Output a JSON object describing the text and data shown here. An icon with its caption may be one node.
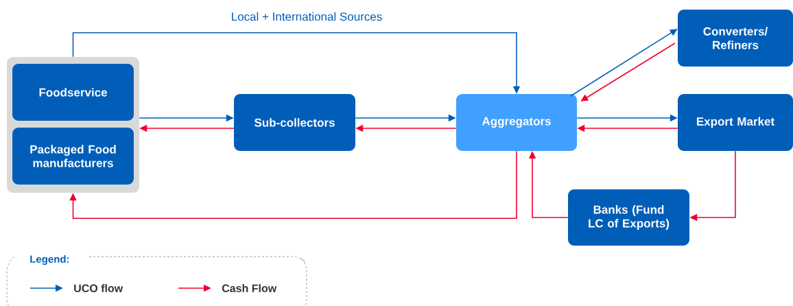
{
  "diagram": {
    "nodes": [
      {
        "text": [],
        "shape": "box"
      },
      {
        "text": [
          "Foodservice"
        ],
        "in": 0
      },
      {
        "text": [
          "Packaged Food manufacturers"
        ],
        "in": 0
      },
      {
        "text": [
          "Sub-collectors"
        ]
      },
      {
        "text": [
          "Aggregators"
        ]
      },
      {
        "text": [
          "Converters/ Refiners"
        ]
      },
      {
        "text": [
          "Export Market"
        ]
      },
      {
        "text": [
          "Banks (Fund LC of Exports)"
        ]
      }
    ],
    "edges": [
      {
        "from": 0,
        "to": 4,
        "arrow": "to",
        "label": "Local + International Sources",
        "color": "#005eb8"
      },
      {
        "from": 0,
        "to": 3,
        "arrow": "to",
        "color": "#005eb8"
      },
      {
        "from": 3,
        "to": 0,
        "arrow": "to",
        "color": "#f0002d"
      },
      {
        "from": 3,
        "to": 4,
        "arrow": "to",
        "color": "#005eb8"
      },
      {
        "from": 4,
        "to": 3,
        "arrow": "to",
        "color": "#f0002d"
      },
      {
        "from": 4,
        "to": 5,
        "arrow": "to",
        "color": "#005eb8"
      },
      {
        "from": 5,
        "to": 4,
        "arrow": "to",
        "color": "#f0002d"
      },
      {
        "from": 4,
        "to": 6,
        "arrow": "to",
        "color": "#005eb8"
      },
      {
        "from": 6,
        "to": 4,
        "arrow": "to",
        "color": "#f0002d"
      },
      {
        "from": 4,
        "to": 0,
        "arrow": "to",
        "color": "#f0002d"
      },
      {
        "from": 6,
        "to": 7,
        "arrow": "to",
        "color": "#f0002d"
      },
      {
        "from": 7,
        "to": 4,
        "arrow": "to",
        "color": "#f0002d"
      }
    ],
    "labels": [
      "Legend:"
    ],
    "legend": [
      {
        "text": "UCO flow"
      },
      {
        "text": "Cash Flow"
      }
    ]
  }
}
